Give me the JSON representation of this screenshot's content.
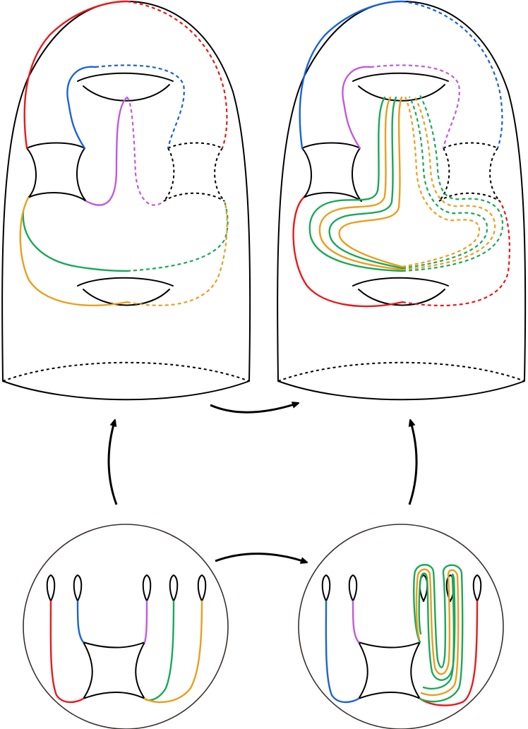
{
  "colors": {
    "red": "#e8191b",
    "blue": "#1a63d6",
    "purple": "#c05ae0",
    "green": "#1aa85a",
    "orange": "#eb9e1c",
    "outline": "#000000",
    "disk_outline": "#3a2e2e"
  },
  "panels": [
    "surface-before",
    "surface-after",
    "disk-before",
    "disk-after"
  ],
  "arrows": [
    {
      "from": "surface-before",
      "to": "surface-after"
    },
    {
      "from": "disk-before",
      "to": "disk-after"
    },
    {
      "from": "disk-before",
      "to": "surface-before"
    },
    {
      "from": "disk-after",
      "to": "surface-after"
    }
  ]
}
